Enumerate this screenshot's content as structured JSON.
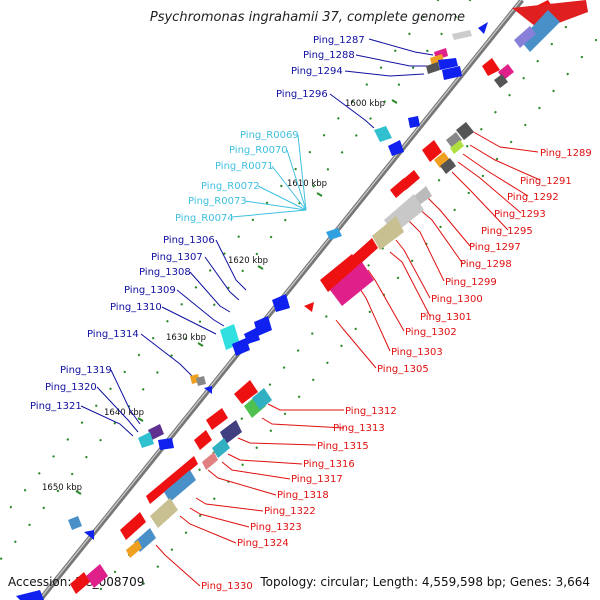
{
  "title": "Psychromonas ingrahamii 37, complete genome",
  "accession": "Accession: NC_008709",
  "summary": "Topology: circular; Length: 4,559,598 bp; Genes: 3,664",
  "colors": {
    "blue_label": "#1010a0",
    "cyan_label": "#40c0e0",
    "red_label": "#e01010",
    "backbone": "#888888",
    "forward_gene": "#ee1111",
    "reverse_gene": "#1020ee"
  },
  "ticks": [
    "1600 kbp",
    "1610 kbp",
    "1620 kbp",
    "1630 kbp",
    "1640 kbp",
    "1650 kbp"
  ],
  "left_labels": [
    "Ping_1287",
    "Ping_1288",
    "Ping_1294",
    "Ping_1296",
    "Ping_1306",
    "Ping_1307",
    "Ping_1308",
    "Ping_1309",
    "Ping_1310",
    "Ping_1314",
    "Ping_1319",
    "Ping_1320",
    "Ping_1321"
  ],
  "rna_labels": [
    "Ping_R0069",
    "Ping_R0070",
    "Ping_R0071",
    "Ping_R0072",
    "Ping_R0073",
    "Ping_R0074"
  ],
  "right_labels": [
    "Ping_1289",
    "Ping_1291",
    "Ping_1292",
    "Ping_1293",
    "Ping_1295",
    "Ping_1297",
    "Ping_1298",
    "Ping_1299",
    "Ping_1300",
    "Ping_1301",
    "Ping_1302",
    "Ping_1303",
    "Ping_1305",
    "Ping_1312",
    "Ping_1313",
    "Ping_1315",
    "Ping_1316",
    "Ping_1317",
    "Ping_1318",
    "Ping_1322",
    "Ping_1323",
    "Ping_1324",
    "Ping_1330"
  ]
}
